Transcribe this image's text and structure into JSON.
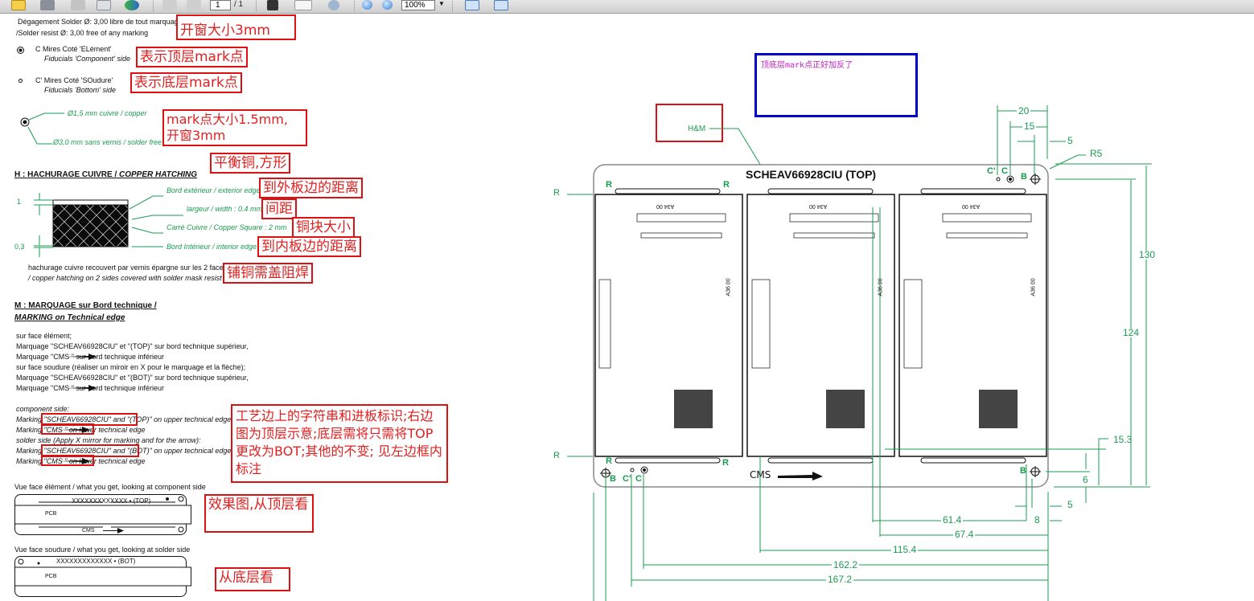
{
  "toolbar": {
    "page_current": "1",
    "page_total": "/ 1",
    "zoom_value": "100%",
    "icons": [
      "open-icon",
      "print-icon",
      "save-icon",
      "properties-icon",
      "update-icon",
      "prev-page-icon",
      "next-page-icon",
      "select-tool-icon",
      "hand-tool-icon",
      "zoom-tool-icon",
      "zoom-out-icon",
      "zoom-in-icon",
      "fit-width-icon",
      "fit-page-icon"
    ]
  },
  "left": {
    "solder_clear_fr": "Dégagement Solder Ø: 3,00 libre de tout marquage",
    "solder_clear_en": "/Solder resist Ø: 3,00 free of any marking",
    "note_window": "开窗大小3mm",
    "fid_c_fr": "C  Mires Coté 'ELément'",
    "fid_c_en": "Fiducials 'Component' side",
    "note_top_mark": "表示顶层mark点",
    "fid_cp_fr": "C'  Mires Coté 'SOudure'",
    "fid_cp_en": "Fiducials 'Bottom' side",
    "note_bottom_mark": "表示底层mark点",
    "copper_dia": "Ø1,5 mm cuivre / copper",
    "solder_free_dia": "Ø3,0 mm sans vernis / solder free",
    "note_mark_size_1": "mark点大小1.5mm,",
    "note_mark_size_2": "开窗3mm",
    "note_balance_copper": "平衡铜,方形",
    "hatch_heading_fr": "H : HACHURAGE CUIVRE / ",
    "hatch_heading_en": "COPPER HATCHING",
    "hatch_dim_top": "1",
    "hatch_dim_bottom": "0,3",
    "hatch_ext_edge": "Bord extérieur / exterior edge",
    "note_ext_edge": "到外板边的距离",
    "hatch_width": "largeur / width : 0.4 mm",
    "note_spacing": "间距",
    "hatch_square": "Carré Cuivre / Copper Square : 2 mm",
    "note_block_size": "铜块大小",
    "hatch_int_edge": "Bord Intérieur / interior edge",
    "note_int_edge": "到内板边的距离",
    "hatch_note_fr": "hachurage cuivre recouvert par vernis épargne sur les 2 faces",
    "hatch_note_en": "/ copper hatching on 2 sides covered with solder mask resist",
    "note_copper_mask": "铺铜需盖阻焊",
    "marking_heading_1": "M : MARQUAGE sur Bord technique  /",
    "marking_heading_2": "MARKING on Technical edge",
    "marking_fr": [
      "sur face élément;",
      "Marquage \"SCHEAV66928CIU\" et \"(TOP)\" sur bord technique supérieur,",
      "Marquage \"CMS              \" sur bord technique inférieur",
      "sur face soudure (réaliser un miroir en X pour le marquage et la flèche);",
      "Marquage \"SCHEAV66928CIU\" et \"(BOT)\" sur bord technique supérieur,",
      "Marquage \"CMS              \" sur bord technique inférieur"
    ],
    "marking_en": [
      "component side:",
      "Marking \"SCHEAV66928CIU\" and \"(TOP)\" on upper technical edge,",
      "Marking \"CMS               \" on lower technical edge",
      "solder side (Apply X mirror for marking and for the arrow):",
      "Marking \"SCHEAV66928CIU\" and  \"(BOT)\" on upper technical edge,",
      "Marking \"CMS               \" on lower technical edge"
    ],
    "note_marking": "工艺边上的字符串和进板标识;右边图为顶层示意;底层需将只需将TOP更改为BOT;其他的不变; 见左边框内标注",
    "view_top_caption": "Vue face élément / what you get, looking at component side",
    "view_top_label": "XXXXXXXXXXXXX • (TOP)",
    "view_pcb": "PCB",
    "view_cms": "CMS",
    "note_view_top": "效果图,从顶层看",
    "view_bot_caption": "Vue face soudure / what you get, looking at solder side",
    "view_bot_label": "XXXXXXXXXXXXX • (BOT)",
    "note_view_bot": "从底层看"
  },
  "right": {
    "blue_note": "顶底层mark点正好加反了",
    "hm_label": "H&M",
    "board_title": "SCHEAV66928CIU    (TOP)",
    "cms_label": "CMS",
    "pcb_code_top": "A34 00",
    "pcb_code_side": "A36 00",
    "label_r": "R",
    "label_b": "B",
    "label_c": "C",
    "label_cp": "C'",
    "dims": {
      "d20": "20",
      "d15": "15",
      "d5_top": "5",
      "r5": "R5",
      "d130": "130",
      "d124": "124",
      "d15_3": "15.3",
      "d6": "6",
      "d5_bot": "5",
      "d8": "8",
      "d61_4": "61.4",
      "d67_4": "67.4",
      "d115_4": "115.4",
      "d162_2": "162.2",
      "d167_2": "167.2"
    }
  }
}
